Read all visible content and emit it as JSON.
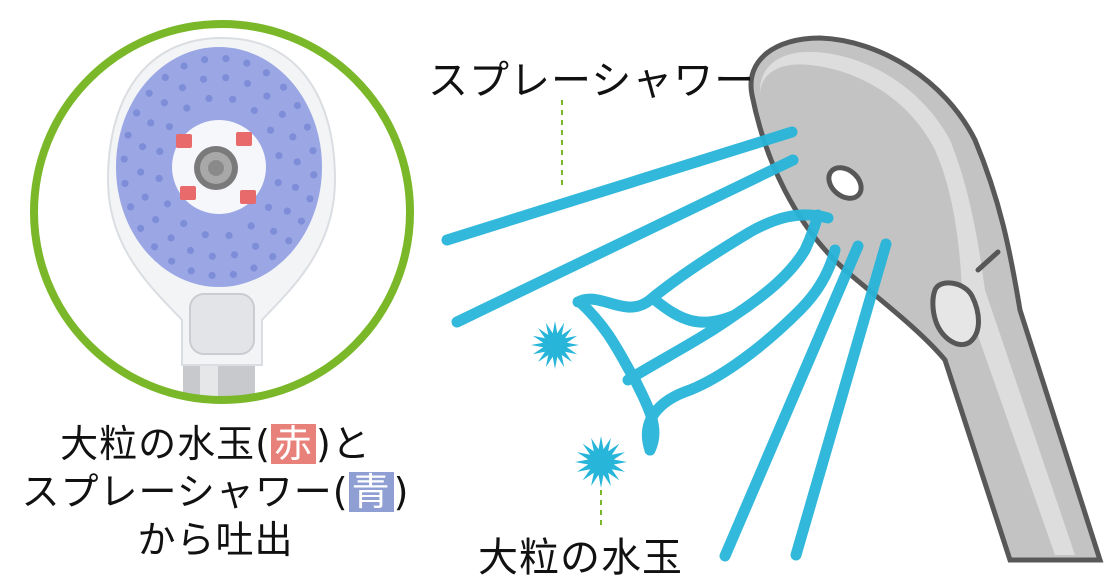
{
  "labels": {
    "spray": "スプレーシャワー",
    "droplets": "大粒の水玉"
  },
  "caption": {
    "line1_a": "大粒の水玉(",
    "line1_red": "赤",
    "line1_b": ")と",
    "line2_a": "スプレーシャワー(",
    "line2_blue": "青",
    "line2_b": ")",
    "line3": "から吐出"
  },
  "colors": {
    "ring": "#7ab829",
    "spray_water": "#27b5d9",
    "nozzle_blue": "#9aa7e4",
    "nozzle_red": "#e96a6a",
    "tag_red": "#e8817a",
    "tag_blue": "#8f9fd4",
    "head_body": "#bdbdbd",
    "head_outline": "#575757"
  }
}
